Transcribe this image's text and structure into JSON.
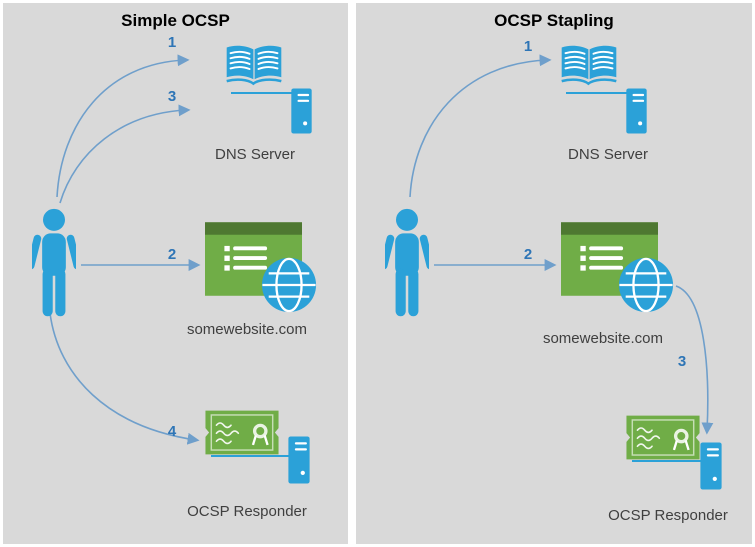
{
  "diagram": {
    "panels": [
      {
        "title": "Simple OCSP",
        "nodes": {
          "dns": "DNS Server",
          "website": "somewebsite.com",
          "ocsp": "OCSP Responder"
        },
        "steps": {
          "s1": "1",
          "s2": "2",
          "s3": "3",
          "s4": "4"
        }
      },
      {
        "title": "OCSP Stapling",
        "nodes": {
          "dns": "DNS Server",
          "website": "somewebsite.com",
          "ocsp": "OCSP Responder"
        },
        "steps": {
          "s1": "1",
          "s2": "2",
          "s3": "3"
        }
      }
    ],
    "colors": {
      "icon_blue": "#2BA1D8",
      "icon_green": "#70AD47",
      "panel_bg": "#D9D9D9",
      "arrow": "#6F9FCB",
      "step_number": "#2E75B6",
      "label_text": "#3F3F3F",
      "title_text": "#000000"
    }
  }
}
